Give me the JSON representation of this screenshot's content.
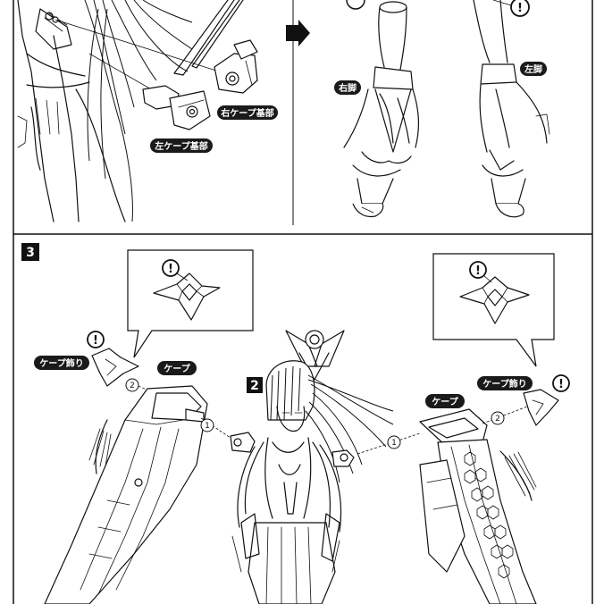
{
  "steps": {
    "step3": "3",
    "subassembly2": "2"
  },
  "labels": {
    "right_cape_base": "右ケープ基部",
    "left_cape_base": "左ケープ基部",
    "right_leg": "右脚",
    "left_leg": "左脚",
    "cape_ornament_left": "ケープ飾り",
    "cape_left": "ケープ",
    "cape_right": "ケープ",
    "cape_ornament_right": "ケープ飾り"
  },
  "markers": {
    "warning": "!",
    "order_1": "1",
    "order_2": "2"
  },
  "colors": {
    "ink": "#111111",
    "paper": "#ffffff",
    "tag_fill": "#1a1a1a"
  }
}
